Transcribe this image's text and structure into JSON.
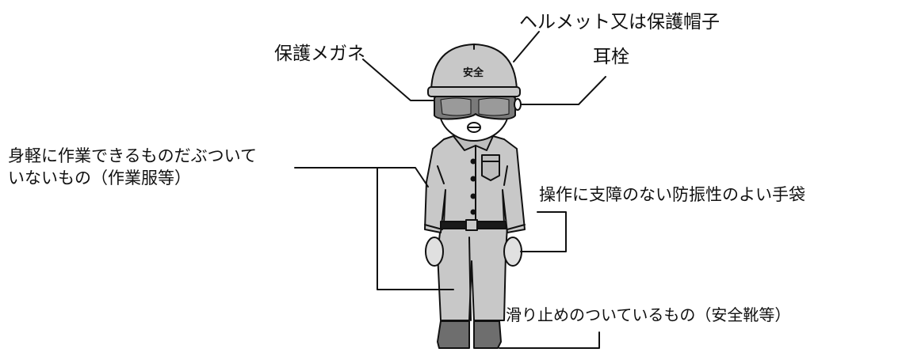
{
  "labels": {
    "helmet": "ヘルメット又は保護帽子",
    "goggles": "保護メガネ",
    "ear_plug": "耳栓",
    "clothes_line1": "身軽に作業できるものだぶついて",
    "clothes_line2": "いないもの（作業服等）",
    "gloves": "操作に支障のない防振性のよい手袋",
    "shoes": "滑り止めのついているもの（安全靴等）"
  },
  "helmet_text": "安全",
  "colors": {
    "body_gray": "#c8c8c8",
    "dark_gray": "#6e6e6e",
    "line": "#111111",
    "belt": "#1a1a1a"
  }
}
